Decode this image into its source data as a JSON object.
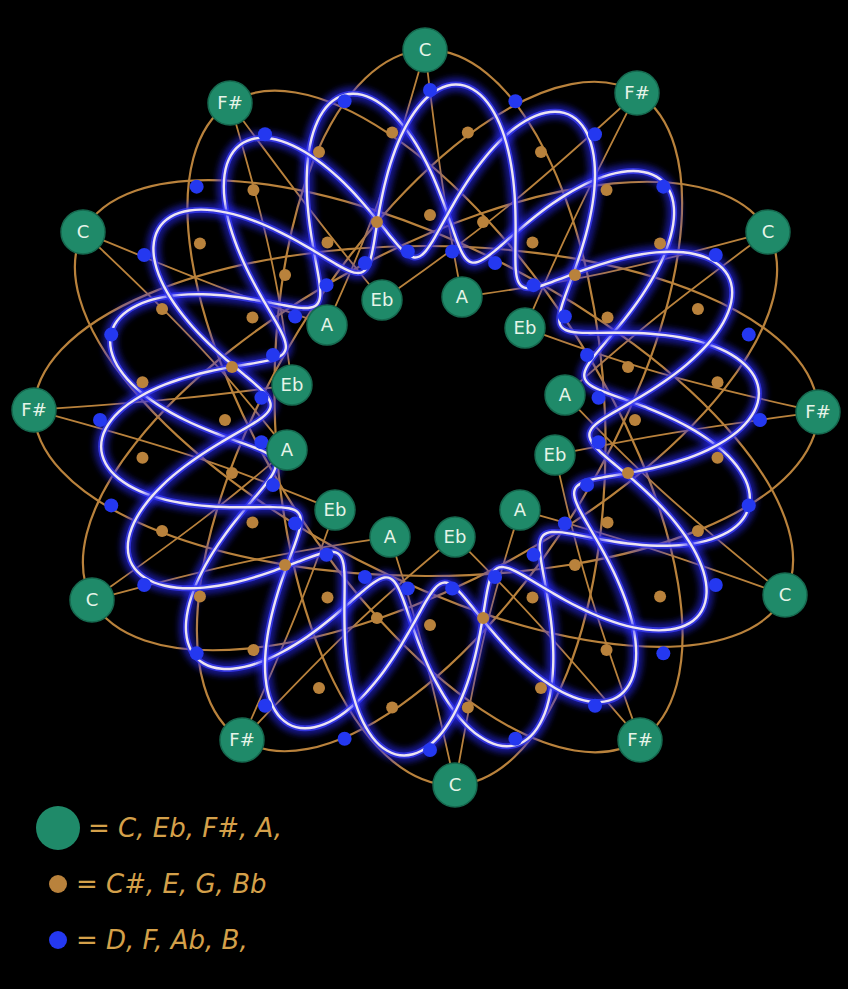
{
  "diagram": {
    "nodes": [
      {
        "text": [
          "C"
        ]
      },
      {
        "text": [
          "F#"
        ]
      },
      {
        "text": [
          "C"
        ]
      },
      {
        "text": [
          "F#"
        ]
      },
      {
        "text": [
          "C"
        ]
      },
      {
        "text": [
          "F#"
        ]
      },
      {
        "text": [
          "C"
        ]
      },
      {
        "text": [
          "F#"
        ]
      },
      {
        "text": [
          "C"
        ]
      },
      {
        "text": [
          "F#"
        ]
      },
      {
        "text": [
          "C"
        ]
      },
      {
        "text": [
          "F#"
        ]
      },
      {
        "text": [
          "Eb"
        ]
      },
      {
        "text": [
          "A"
        ]
      },
      {
        "text": [
          "Eb"
        ]
      },
      {
        "text": [
          "A"
        ]
      },
      {
        "text": [
          "Eb"
        ]
      },
      {
        "text": [
          "A"
        ]
      },
      {
        "text": [
          "Eb"
        ]
      },
      {
        "text": [
          "A"
        ]
      },
      {
        "text": [
          "Eb"
        ]
      },
      {
        "text": [
          "A"
        ]
      },
      {
        "text": [
          "Eb"
        ]
      },
      {
        "text": [
          "A"
        ]
      }
    ],
    "legend": [
      {
        "text": "= C, Eb, F#, A,",
        "color": "#1f8a69"
      },
      {
        "text": "= C#, E, G, Bb",
        "color": "#b9823c"
      },
      {
        "text": "= D, F, Ab, B,",
        "color": "#2438f0"
      }
    ]
  }
}
